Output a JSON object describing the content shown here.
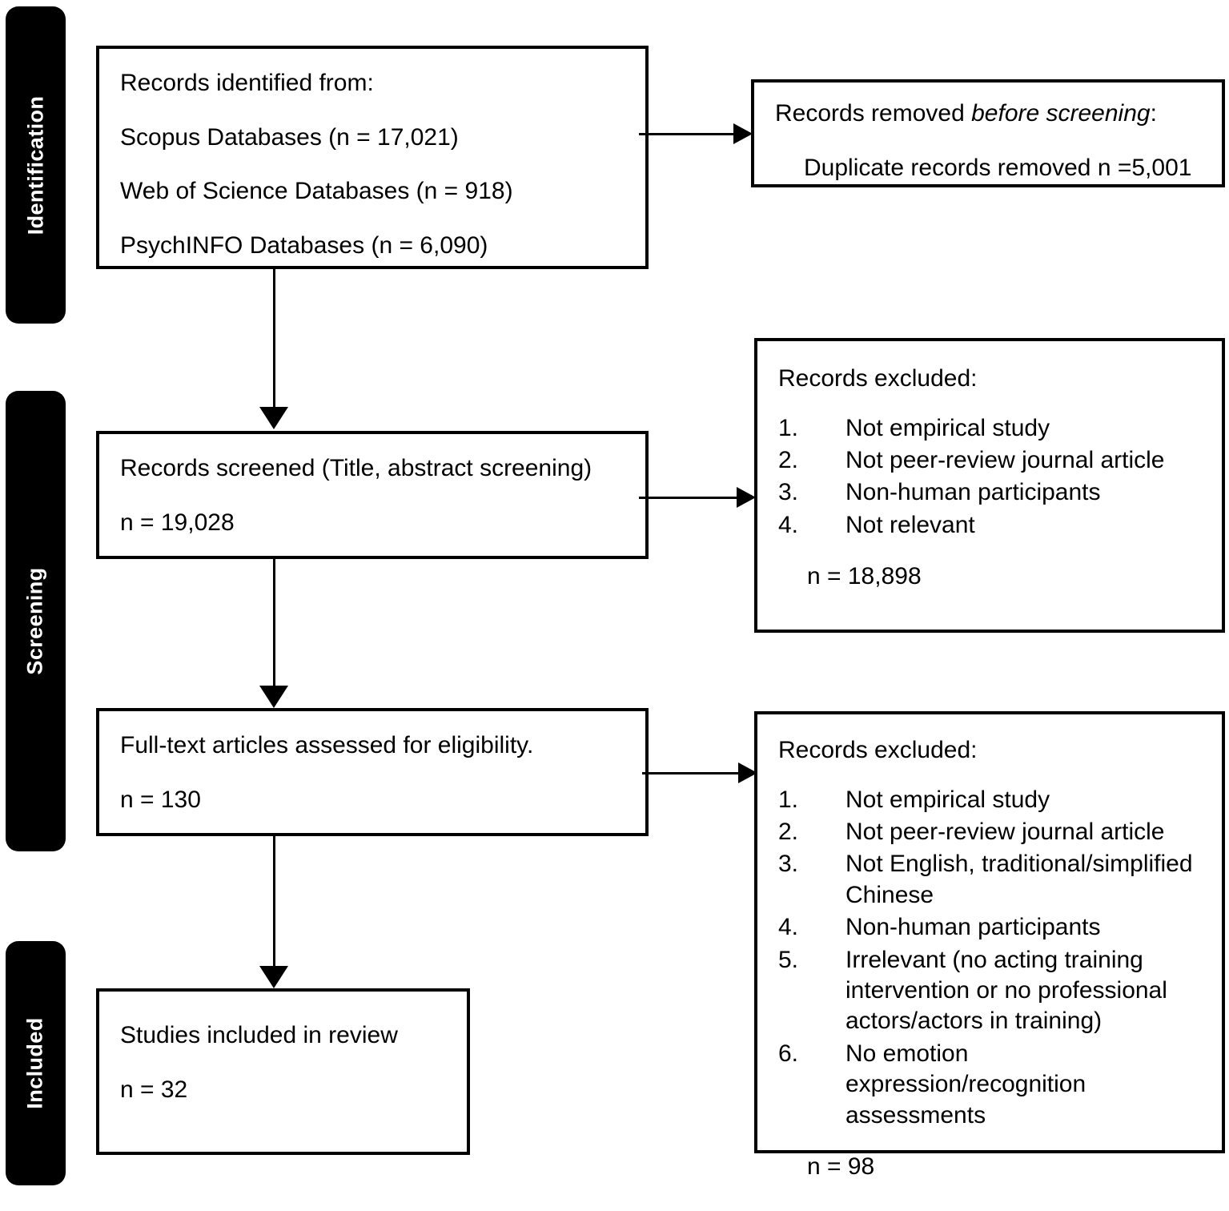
{
  "diagram": {
    "title": "PRISMA flow diagram",
    "accent_color": "#000000",
    "background_color": "#ffffff"
  },
  "stages": [
    {
      "label": "Identification"
    },
    {
      "label": "Screening"
    },
    {
      "label": "Included"
    }
  ],
  "boxes": {
    "identified": {
      "heading": "Records identified from:",
      "sources": [
        "Scopus Databases (n = 17,021)",
        "Web of Science Databases (n = 918)",
        "PsychINFO Databases (n = 6,090)"
      ]
    },
    "removed_before_screening": {
      "heading_prefix": "Records removed ",
      "heading_italic": "before screening",
      "heading_suffix": ":",
      "detail": "Duplicate records removed n =5,001"
    },
    "screened": {
      "heading": "Records screened (Title, abstract screening)",
      "count": "n = 19,028"
    },
    "excluded_screening": {
      "heading": "Records excluded:",
      "reasons": [
        {
          "num": "1.",
          "text": "Not empirical study"
        },
        {
          "num": "2.",
          "text": "Not peer-review journal article"
        },
        {
          "num": "3.",
          "text": "Non-human participants"
        },
        {
          "num": "4.",
          "text": "Not relevant"
        }
      ],
      "count": "n = 18,898"
    },
    "fulltext": {
      "heading": "Full-text articles assessed for eligibility.",
      "count": "n = 130"
    },
    "excluded_eligibility": {
      "heading": "Records excluded:",
      "reasons": [
        {
          "num": "1.",
          "text": "Not empirical study"
        },
        {
          "num": "2.",
          "text": "Not peer-review journal article"
        },
        {
          "num": "3.",
          "text": "Not English, traditional/simplified Chinese"
        },
        {
          "num": "4.",
          "text": "Non-human participants"
        },
        {
          "num": "5.",
          "text": "Irrelevant (no acting training intervention or no professional actors/actors in training)"
        },
        {
          "num": "6.",
          "text": "No emotion expression/recognition assessments"
        }
      ],
      "count": "n = 98"
    },
    "included": {
      "heading": "Studies included in review",
      "count": "n = 32"
    }
  },
  "arrows": [
    {
      "name": "identified-to-removed",
      "direction": "right"
    },
    {
      "name": "identified-to-screened",
      "direction": "down"
    },
    {
      "name": "screened-to-excluded",
      "direction": "right"
    },
    {
      "name": "screened-to-fulltext",
      "direction": "down"
    },
    {
      "name": "fulltext-to-excluded",
      "direction": "right"
    },
    {
      "name": "fulltext-to-included",
      "direction": "down"
    }
  ]
}
